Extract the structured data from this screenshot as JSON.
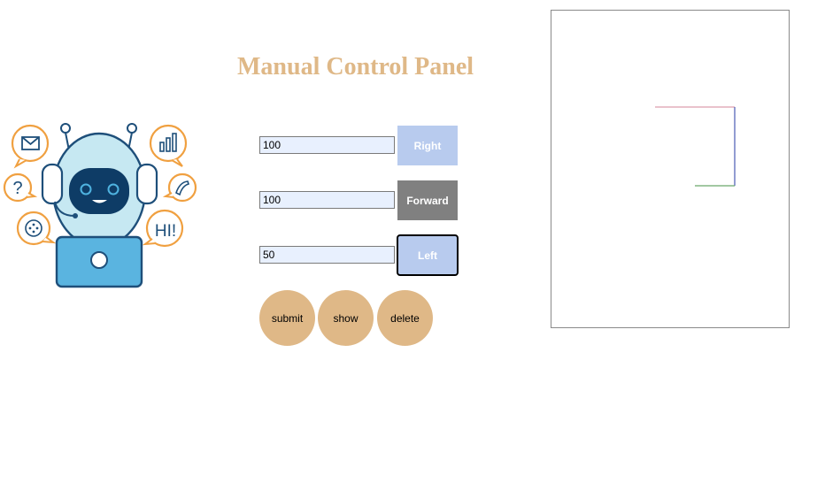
{
  "header": {
    "title": "Manual Control Panel"
  },
  "controls": {
    "rows": [
      {
        "value": "100",
        "button_label": "Right"
      },
      {
        "value": "100",
        "button_label": "Forward"
      },
      {
        "value": "50",
        "button_label": "Left"
      }
    ],
    "colors": {
      "right_button": "#b8cbee",
      "forward_button": "#808080",
      "left_button": "#b8cbee",
      "title": "#dfb887",
      "action_buttons": "#dfb887"
    }
  },
  "actions": {
    "submit_label": "submit",
    "show_label": "show",
    "delete_label": "delete"
  },
  "path_display": {
    "segment_colors": [
      "#d4869a",
      "#4a5bb5",
      "#6aa66a"
    ]
  },
  "illustration": {
    "bubble_texts": [
      "?",
      "HI!"
    ],
    "icons": [
      "mail-icon",
      "bar-chart-icon",
      "question-icon",
      "phone-icon",
      "dots-icon",
      "hi-bubble-icon",
      "robot-icon",
      "laptop-icon"
    ]
  }
}
